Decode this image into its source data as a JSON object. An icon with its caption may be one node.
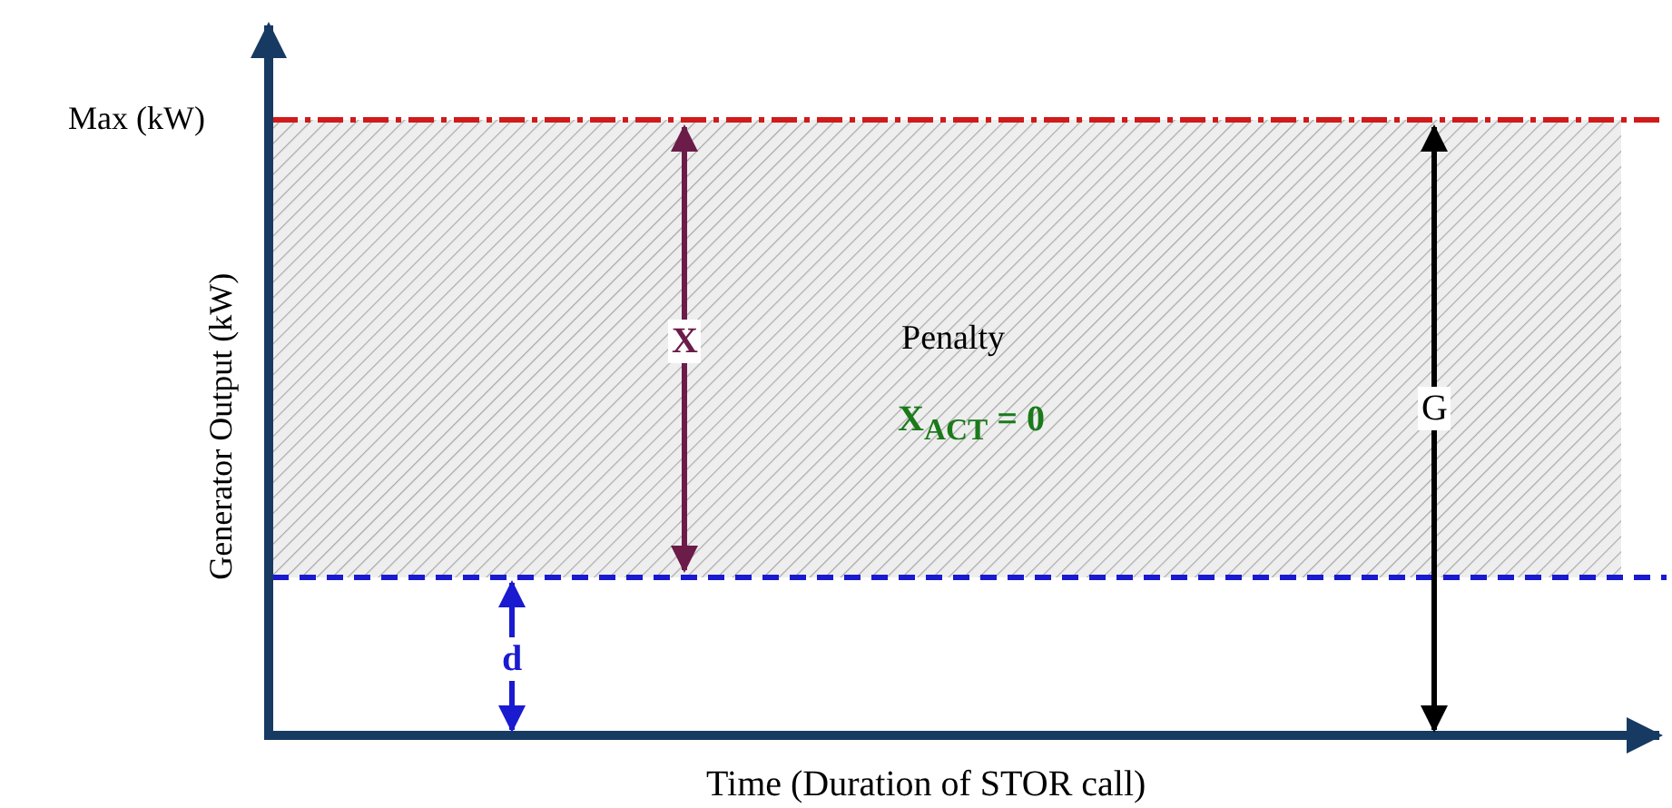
{
  "diagram": {
    "labels": [
      "Max (kW)",
      "Generator Output (kW)",
      "X",
      "Penalty",
      "X$_{ACT}$ = 0",
      "G",
      "d",
      "Time (Duration of STOR call)"
    ]
  }
}
